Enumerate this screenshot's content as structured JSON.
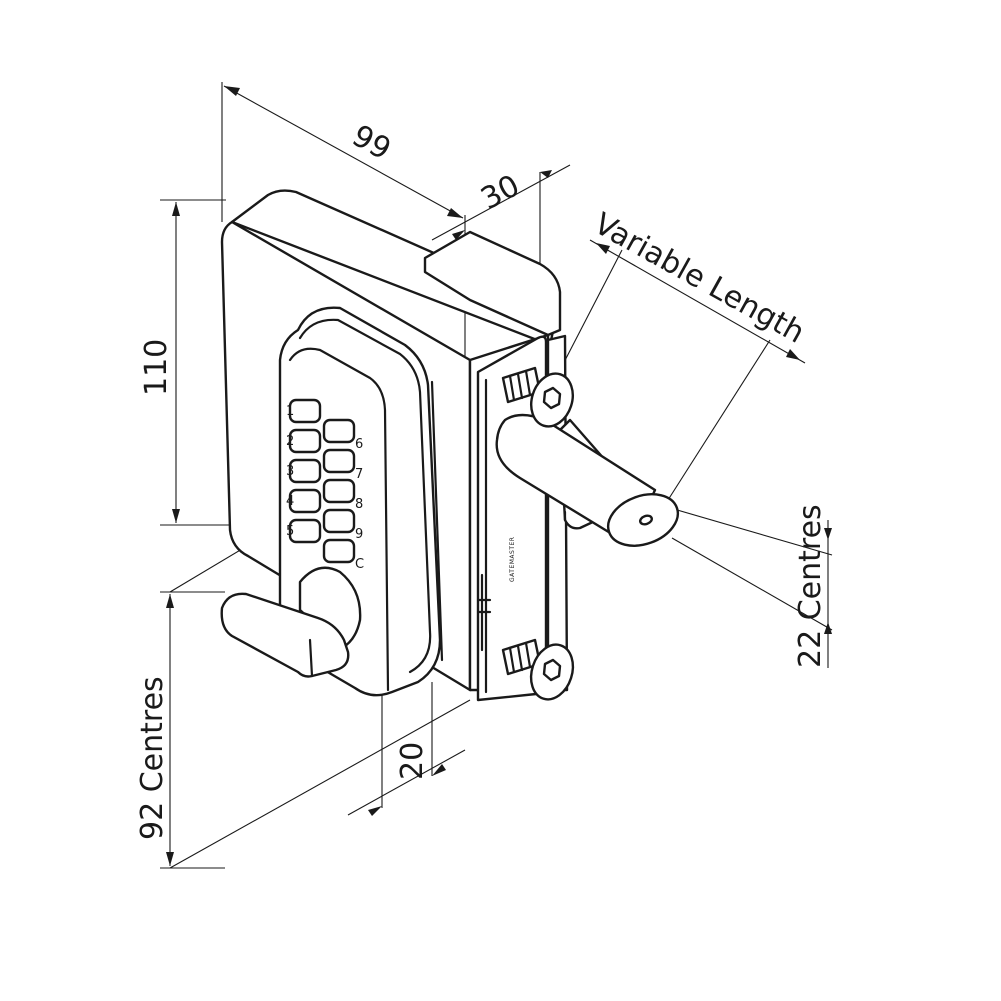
{
  "dimensions": {
    "width": "99",
    "depth": "30",
    "height": "110",
    "bolt_length": "Variable Length",
    "bolt_centres": "22 Centres",
    "fixing_centres": "92 Centres",
    "front_offset": "20"
  },
  "keypad": {
    "left_keys": [
      "1",
      "2",
      "3",
      "4",
      "5"
    ],
    "right_keys": [
      "6",
      "7",
      "8",
      "9",
      "C"
    ]
  },
  "brand_text": "GATEMASTER"
}
